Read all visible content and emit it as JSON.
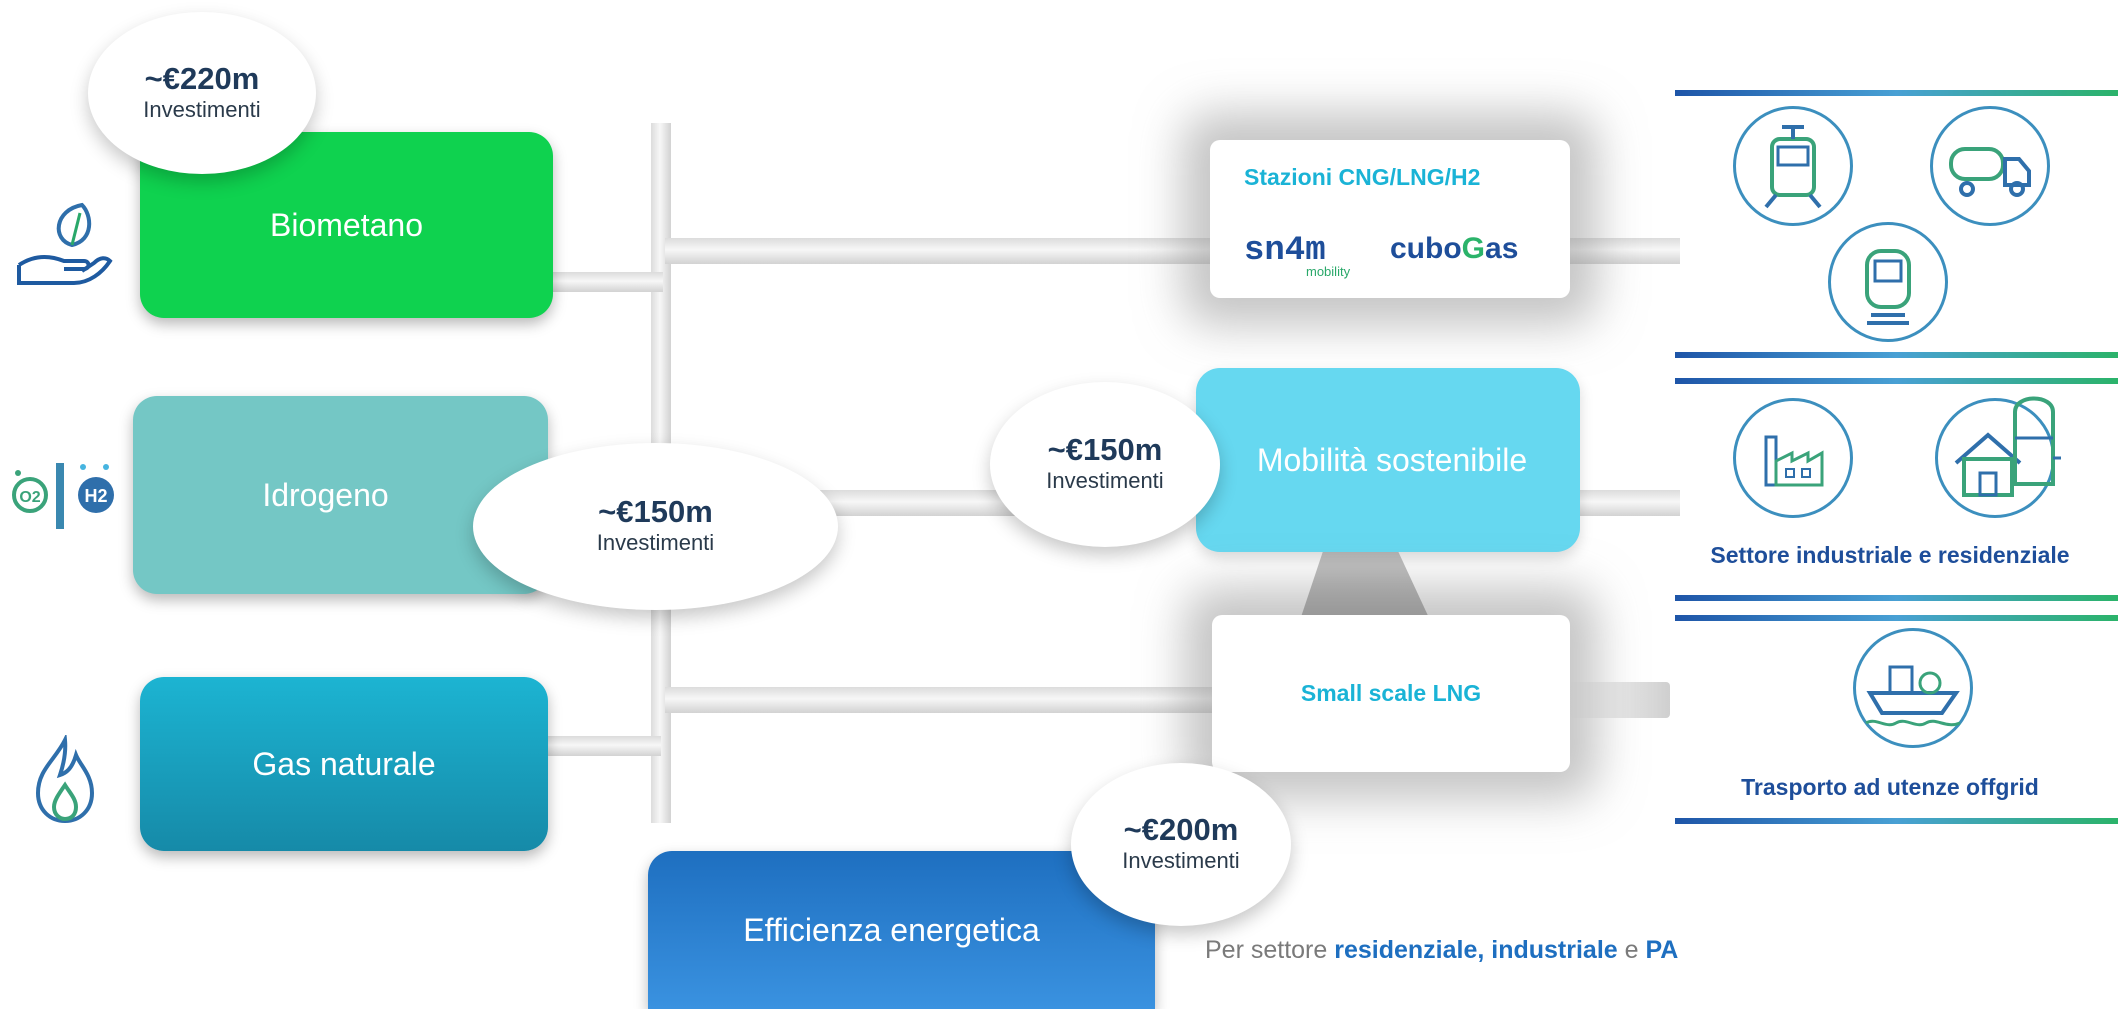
{
  "sources": {
    "biometano": {
      "label": "Biometano",
      "amount": "~€220m",
      "investment_label": "Investimenti"
    },
    "idrogeno": {
      "label": "Idrogeno"
    },
    "gas_naturale": {
      "label": "Gas naturale"
    }
  },
  "hub": {
    "amount": "~€150m",
    "investment_label": "Investimenti"
  },
  "stazioni": {
    "title": "Stazioni CNG/LNG/H2",
    "logo_snam": "sn4m",
    "logo_snam_sub": "mobility",
    "logo_cubo_pre": "cubo",
    "logo_cubo_g": "G",
    "logo_cubo_post": "as"
  },
  "mobilita": {
    "label": "Mobilità sostenibile",
    "amount": "~€150m",
    "investment_label": "Investimenti"
  },
  "small_scale": {
    "label": "Small scale LNG"
  },
  "efficienza": {
    "label": "Efficienza energetica",
    "amount": "~€200m",
    "investment_label": "Investimenti",
    "note_prefix": "Per settore ",
    "note_bold_1": "residenziale, industriale",
    "note_mid": " e ",
    "note_bold_2": "PA"
  },
  "sectors": {
    "industrial": "Settore industriale e residenziale",
    "offgrid": "Trasporto ad utenze offgrid"
  },
  "colors": {
    "biometano": "#0fd24f",
    "idrogeno": "#74c7c5",
    "gas_naturale": "#1a9ec0",
    "mobilita": "#66d8f0",
    "efficienza": "#2e86d6",
    "accent_text": "#1ab3d6",
    "sector_text": "#1e4e9a"
  }
}
